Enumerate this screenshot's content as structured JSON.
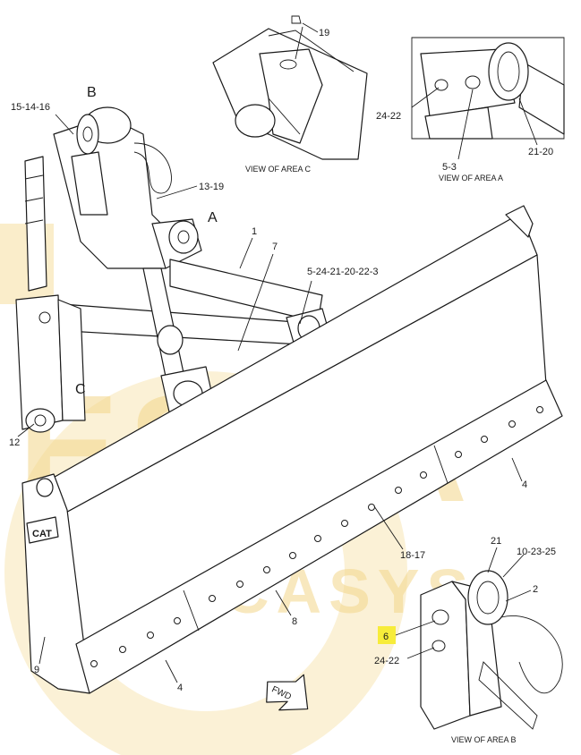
{
  "callouts": {
    "c19": "19",
    "c15_14_16": "15-14-16",
    "cB": "B",
    "c13_19": "13-19",
    "cA": "A",
    "c1": "1",
    "c7": "7",
    "c5_24_21_20_22_3": "5-24-21-20-22-3",
    "cC": "C",
    "c12": "12",
    "c24_22_top": "24-22",
    "c5_3": "5-3",
    "c21_20": "21-20",
    "c4_right": "4",
    "c18_17": "18-17",
    "c21": "21",
    "c10_23_25": "10-23-25",
    "c2": "2",
    "c6": "6",
    "c24_22_bottom": "24-22",
    "c8": "8",
    "c9": "9",
    "c4_bottom": "4"
  },
  "captions": {
    "view_c": "VIEW OF AREA C",
    "view_a": "VIEW OF AREA A",
    "view_b": "VIEW OF AREA B"
  },
  "badges": {
    "fwd": "FWD",
    "cat": "CAT"
  },
  "watermark": {
    "big": "ESKA",
    "small": "CASYS"
  },
  "colors": {
    "highlight": "#f7ec3a",
    "watermark": "#f3d68a",
    "line": "#1a1a1a"
  }
}
